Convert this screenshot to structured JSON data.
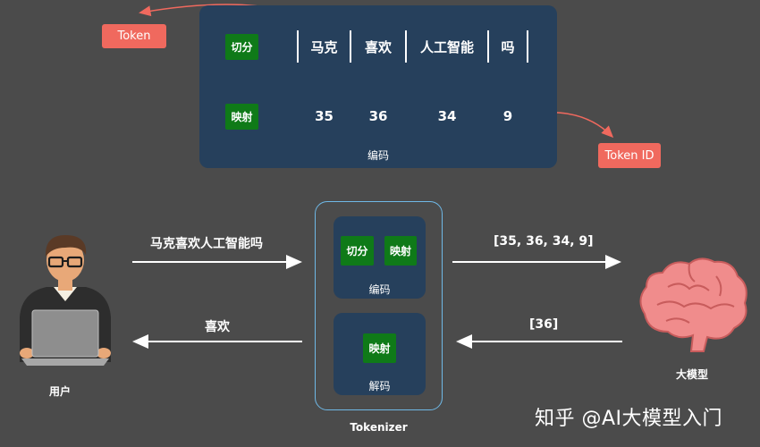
{
  "encode_panel": {
    "split_label": "切分",
    "map_label": "映射",
    "tokens": [
      "马克",
      "喜欢",
      "人工智能",
      "吗"
    ],
    "ids": [
      "35",
      "36",
      "34",
      "9"
    ],
    "caption": "编码"
  },
  "callouts": {
    "token": "Token",
    "token_id": "Token ID"
  },
  "flow": {
    "input_text": "马克喜欢人工智能吗",
    "output_text": "喜欢",
    "ids_out": "[35, 36, 34, 9]",
    "ids_in": "[36]"
  },
  "tokenizer": {
    "encode_split": "切分",
    "encode_map": "映射",
    "encode_caption": "编码",
    "decode_map": "映射",
    "decode_caption": "解码",
    "name": "Tokenizer"
  },
  "user_label": "用户",
  "model_label": "大模型",
  "watermark": "知乎 @AI大模型入门",
  "colors": {
    "background": "#4b4b4b",
    "panel": "#26405c",
    "green": "#0f7a18",
    "callout": "#f0695e",
    "yellow_arrow": "#f2dc45",
    "tokenizer_border": "#6fb8e6",
    "brain": "#f08c8c"
  },
  "icons": {
    "user": "person-at-laptop-icon",
    "model": "brain-icon"
  }
}
